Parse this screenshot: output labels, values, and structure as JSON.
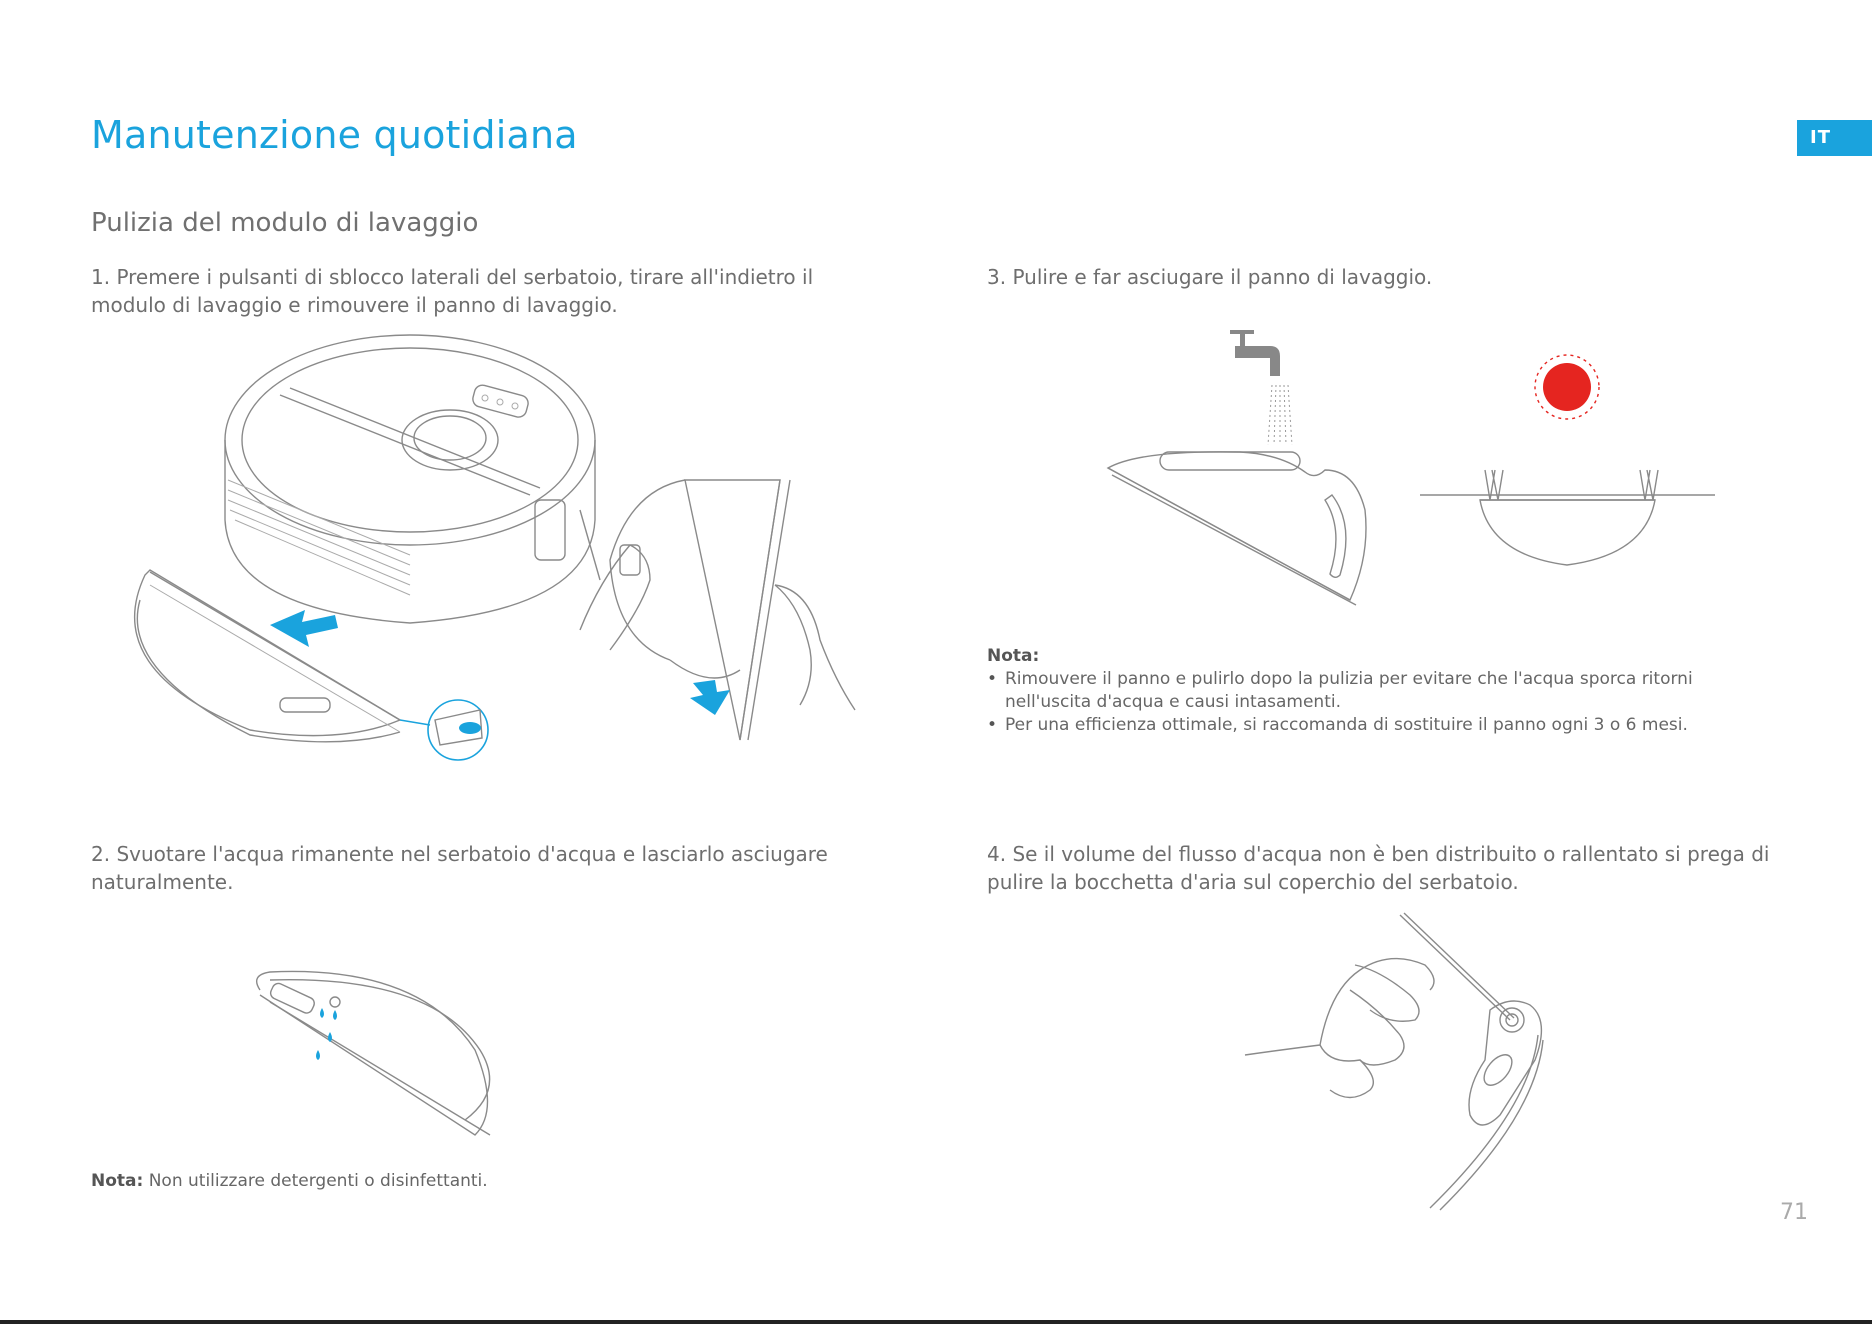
{
  "page": {
    "title": "Manutenzione quotidiana",
    "lang_tab": "IT",
    "subtitle": "Pulizia del modulo di lavaggio",
    "page_number": "71"
  },
  "steps": {
    "step1": {
      "line1": "1. Premere i pulsanti di sblocco laterali del serbatoio, tirare all'indietro il",
      "line2": "modulo di lavaggio e rimouvere il panno di lavaggio."
    },
    "step2": {
      "line1": "2. Svuotare l'acqua rimanente nel serbatoio d'acqua e lasciarlo asciugare",
      "line2": "naturalmente."
    },
    "step3": {
      "line1": "3. Pulire e far asciugare il panno di lavaggio."
    },
    "step4": {
      "line1": "4. Se il volume del flusso d'acqua non è ben distribuito o rallentato si prega di",
      "line2": "pulire la bocchetta d'aria sul coperchio del serbatoio."
    }
  },
  "notes": {
    "step2_label": "Nota:",
    "step2_text": " Non utilizzare detergenti o disinfettanti.",
    "step3_label": "Nota:",
    "step3_bullets": [
      "Rimouvere il panno e pulirlo dopo la pulizia per evitare che l'acqua sporca ritorni",
      "nell'uscita d'acqua e causi intasamenti.",
      "Per una efficienza ottimale, si raccomanda di sostituire il panno ogni 3 o 6 mesi."
    ]
  },
  "colors": {
    "accent": "#1aa3dd",
    "sun": "#e52520"
  },
  "illustrations": {
    "step1": "robot-vacuum-mop-removal-illustration",
    "step2": "water-tank-draining-illustration",
    "step3": "mop-cloth-washing-drying-illustration",
    "step4": "air-vent-cleaning-illustration"
  }
}
